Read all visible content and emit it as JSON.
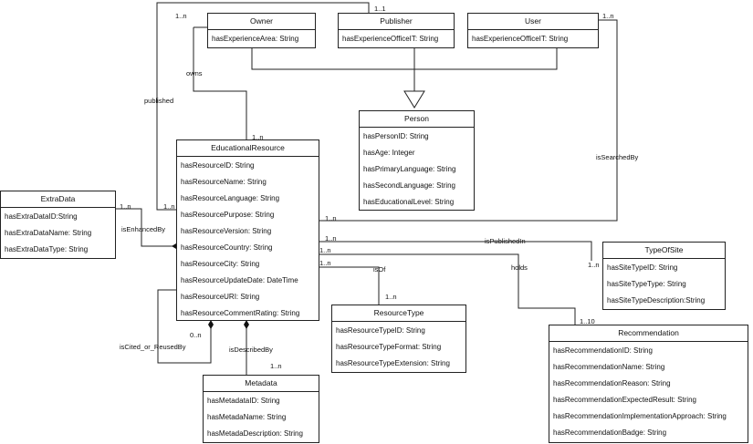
{
  "classes": {
    "owner": {
      "name": "Owner",
      "attrs": [
        "hasExperienceArea: String"
      ]
    },
    "publisher": {
      "name": "Publisher",
      "attrs": [
        "hasExperienceOfficeIT: String"
      ]
    },
    "user": {
      "name": "User",
      "attrs": [
        "hasExperienceOfficeIT: String"
      ]
    },
    "person": {
      "name": "Person",
      "attrs": [
        "hasPersonID: String",
        "hasAge: Integer",
        "hasPrimaryLanguage: String",
        "hasSecondLanguage: String",
        "hasEducationalLevel: String"
      ]
    },
    "educational_resource": {
      "name": "EducationalResource",
      "attrs": [
        "hasResourceID: String",
        "hasResourceName: String",
        "hasResourceLanguage: String",
        "hasResourcePurpose: String",
        "hasResourceVersion: String",
        "hasResourceCountry: String",
        "hasResourceCity: String",
        "hasResourceUpdateDate: DateTime",
        "hasResourceURI: String",
        "hasResourceCommentRating: String"
      ]
    },
    "extra_data": {
      "name": "ExtraData",
      "attrs": [
        "hasExtraDataID:String",
        "hasExtraDataName: String",
        "hasExtraDataType: String"
      ]
    },
    "type_of_site": {
      "name": "TypeOfSite",
      "attrs": [
        "hasSiteTypeID: String",
        "hasSiteTypeType: String",
        "hasSiteTypeDescription:String"
      ]
    },
    "resource_type": {
      "name": "ResourceType",
      "attrs": [
        "hasResourceTypeID: String",
        "hasResourceTypeFormat: String",
        "hasResourceTypeExtension: String"
      ]
    },
    "metadata": {
      "name": "Metadata",
      "attrs": [
        "hasMetadataID: String",
        "hasMetadaName: String",
        "hasMetadaDescription: String"
      ]
    },
    "recommendation": {
      "name": "Recommendation",
      "attrs": [
        "hasRecommendationID: String",
        "hasRecommendationName: String",
        "hasRecommendationReason: String",
        "hasRecommendationExpectedResult: String",
        "hasRecommendationImplementationApproach: String",
        "hasRecommendationBadge: String"
      ]
    }
  },
  "labels": {
    "one_n": "1..n",
    "one_one": "1..1",
    "zero_n": "0..n",
    "one_ten": "1..10",
    "owns": "owns",
    "published": "published",
    "is_searched_by": "isSearchedBy",
    "is_enhanced_by": "isEnhancedBy",
    "is_published_in": "isPublishedIn",
    "is_of": "isOf",
    "holds": "holds",
    "is_cited_or_reused_by": "isCited_or_ReusedBy",
    "is_described_by": "isDescribedBy"
  }
}
